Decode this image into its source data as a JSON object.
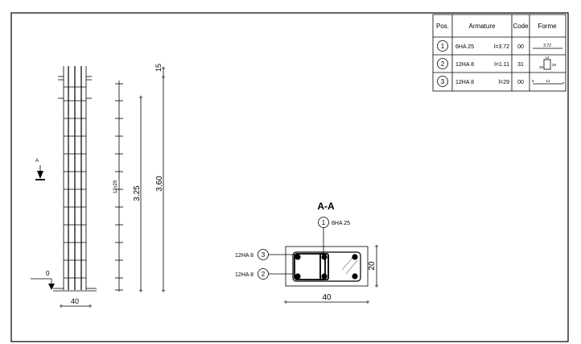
{
  "table": {
    "headers": {
      "pos": "Pos.",
      "armature": "Armature",
      "code": "Code",
      "forme": "Forme"
    },
    "rows": [
      {
        "pos": "1",
        "bars": "6HA 25",
        "length": "l=3.72",
        "code": "00",
        "shape_label": "3.72"
      },
      {
        "pos": "2",
        "bars": "12HA 8",
        "length": "l=1.11",
        "code": "31",
        "shape_label_top": "14",
        "shape_label_side": "29",
        "shape_label_left": "28"
      },
      {
        "pos": "3",
        "bars": "12HA 8",
        "length": "l=29",
        "code": "00",
        "shape_label": "14",
        "shape_label_left": "6"
      }
    ]
  },
  "elevation": {
    "section_marker": "A",
    "level_label": "0",
    "width_label": "40",
    "stirrup_spacing_label": "12x29",
    "dim_height_main": "3.25",
    "dim_height_total": "3.60",
    "dim_top": "15"
  },
  "section": {
    "title": "A-A",
    "callout_1": {
      "pos": "1",
      "text": "6HA 25"
    },
    "callout_3": {
      "pos": "3",
      "text": "12HA 8"
    },
    "callout_2": {
      "pos": "2",
      "text": "12HA 8"
    },
    "dim_width": "40",
    "dim_height": "20"
  }
}
